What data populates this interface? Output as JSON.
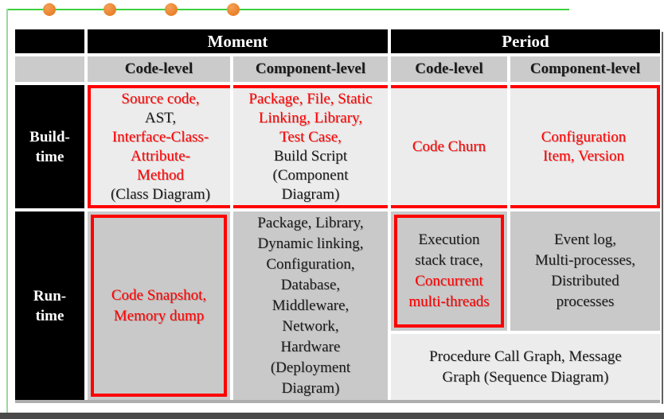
{
  "colors": {
    "red_accent": "#fe0000",
    "header_bg": "#000000",
    "subheader_bg": "#cbcbcb",
    "build_row_bg": "#ececec",
    "run_row_bg": "#c9c9c9",
    "decor_line_green": "#3ecf3e",
    "decor_dot_orange": "#e8802a",
    "footer_bar": "#4a4a4a"
  },
  "decor": {
    "dot_count": 4
  },
  "table": {
    "top_headers": [
      {
        "label": "Moment"
      },
      {
        "label": "Period"
      }
    ],
    "sub_headers": [
      "Code-level",
      "Component-level",
      "Code-level",
      "Component-level"
    ],
    "row_labels": {
      "build": {
        "lines": [
          {
            "text": "Build-"
          },
          {
            "text": "time"
          }
        ]
      },
      "run": {
        "lines": [
          {
            "text": "Run-"
          },
          {
            "text": "time"
          }
        ]
      }
    },
    "cells": {
      "build_moment_code": {
        "lines": [
          {
            "text": "Source code,",
            "red": true
          },
          {
            "text": "AST,",
            "red": false
          },
          {
            "text": "Interface-Class-",
            "red": true
          },
          {
            "text": "Attribute-",
            "red": true
          },
          {
            "text": "Method",
            "red": true
          },
          {
            "text": "(Class Diagram)",
            "red": false
          }
        ]
      },
      "build_moment_component": {
        "lines": [
          {
            "text": "Package, File, Static",
            "red": true
          },
          {
            "text": "Linking, Library,",
            "red": true
          },
          {
            "text": "Test Case,",
            "red": true
          },
          {
            "text": "Build Script",
            "red": false
          },
          {
            "text": "(Component",
            "red": false
          },
          {
            "text": "Diagram)",
            "red": false
          }
        ]
      },
      "build_period_code": {
        "lines": [
          {
            "text": "Code Churn",
            "red": true
          }
        ]
      },
      "build_period_component": {
        "lines": [
          {
            "text": "Configuration",
            "red": true
          },
          {
            "text": "Item, Version",
            "red": true
          }
        ]
      },
      "run_moment_code": {
        "lines": [
          {
            "text": "Code Snapshot,",
            "red": true
          },
          {
            "text": "Memory dump",
            "red": true
          }
        ]
      },
      "run_moment_component": {
        "lines": [
          {
            "text": "Package, Library,",
            "red": false
          },
          {
            "text": "Dynamic linking,",
            "red": false
          },
          {
            "text": "Configuration,",
            "red": false
          },
          {
            "text": "Database,",
            "red": false
          },
          {
            "text": "Middleware,",
            "red": false
          },
          {
            "text": "Network,",
            "red": false
          },
          {
            "text": "Hardware",
            "red": false
          },
          {
            "text": "(Deployment",
            "red": false
          },
          {
            "text": "Diagram)",
            "red": false
          }
        ]
      },
      "run_period_code": {
        "lines": [
          {
            "text": "Execution",
            "red": false
          },
          {
            "text": "stack trace,",
            "red": false
          },
          {
            "text": "Concurrent",
            "red": true
          },
          {
            "text": "multi-threads",
            "red": true
          }
        ]
      },
      "run_period_component": {
        "lines": [
          {
            "text": "Event log,",
            "red": false
          },
          {
            "text": "Multi-processes,",
            "red": false
          },
          {
            "text": "Distributed",
            "red": false
          },
          {
            "text": "processes",
            "red": false
          }
        ]
      },
      "run_period_graphs": {
        "lines": [
          {
            "text": "Procedure Call Graph, Message",
            "red": false
          },
          {
            "text": "Graph (Sequence Diagram)",
            "red": false
          }
        ]
      }
    }
  }
}
